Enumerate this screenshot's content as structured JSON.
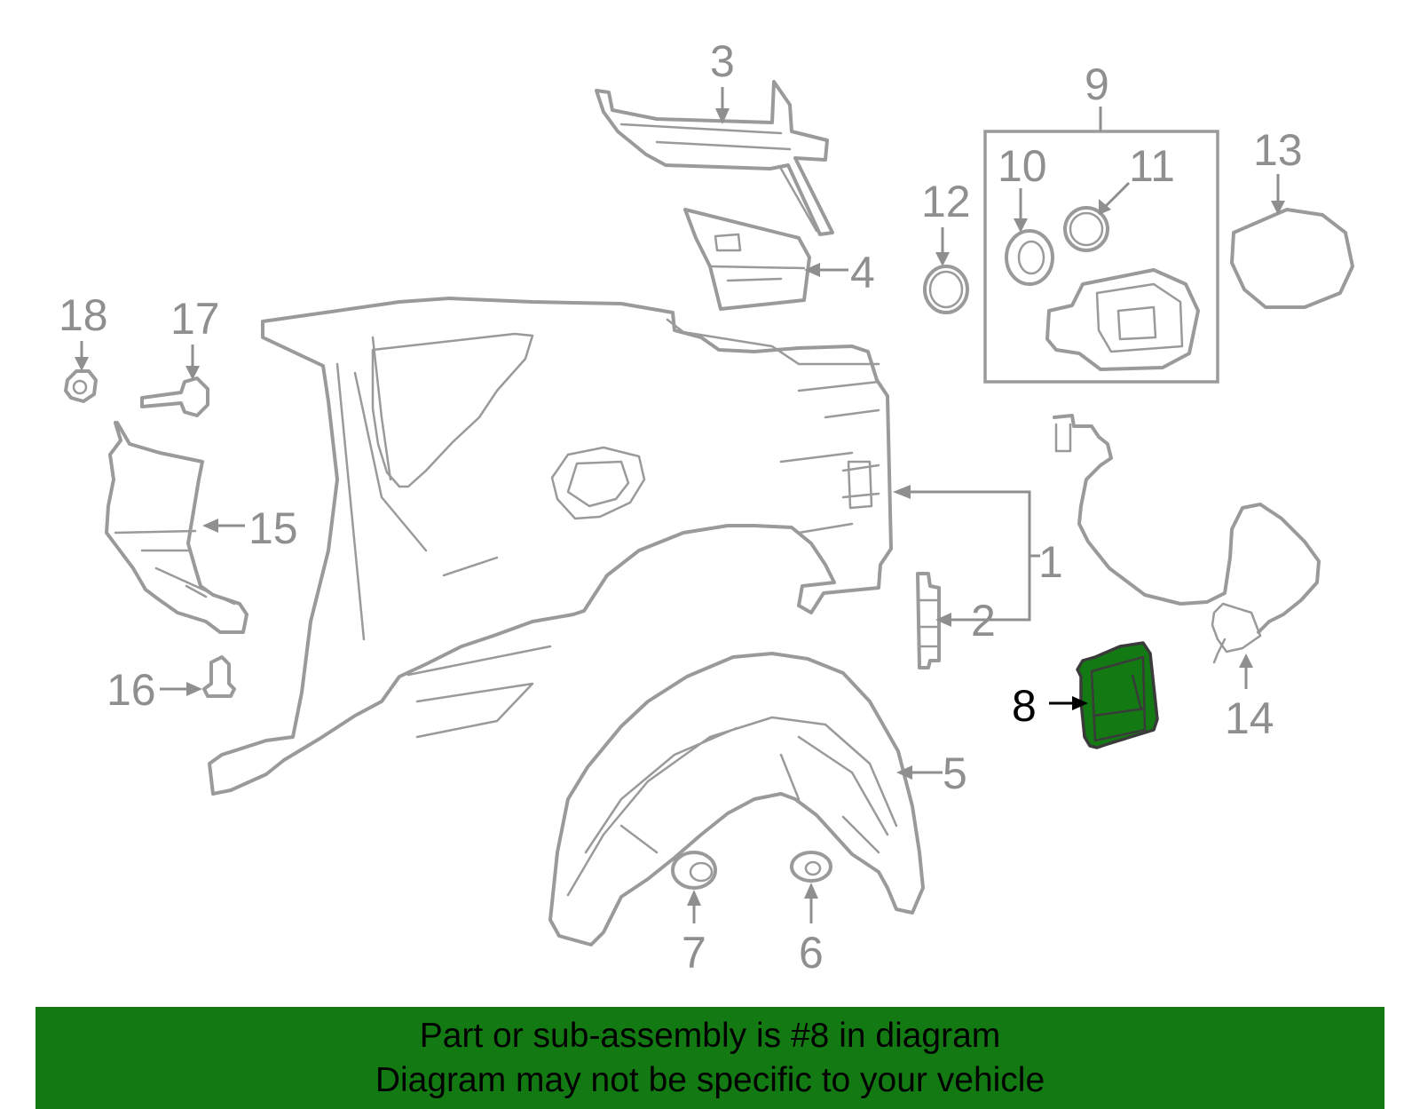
{
  "diagram": {
    "highlighted_part": "8",
    "accent_color": "#137a13",
    "part_color": "#9a9a9a",
    "callouts": [
      {
        "id": "c1",
        "label": "1"
      },
      {
        "id": "c2",
        "label": "2"
      },
      {
        "id": "c3",
        "label": "3"
      },
      {
        "id": "c4",
        "label": "4"
      },
      {
        "id": "c5",
        "label": "5"
      },
      {
        "id": "c6",
        "label": "6"
      },
      {
        "id": "c7",
        "label": "7"
      },
      {
        "id": "c8",
        "label": "8"
      },
      {
        "id": "c9",
        "label": "9"
      },
      {
        "id": "c10",
        "label": "10"
      },
      {
        "id": "c11",
        "label": "11"
      },
      {
        "id": "c12",
        "label": "12"
      },
      {
        "id": "c13",
        "label": "13"
      },
      {
        "id": "c14",
        "label": "14"
      },
      {
        "id": "c15",
        "label": "15"
      },
      {
        "id": "c16",
        "label": "16"
      },
      {
        "id": "c17",
        "label": "17"
      },
      {
        "id": "c18",
        "label": "18"
      }
    ]
  },
  "banner": {
    "line1": "Part or sub-assembly is #8 in diagram",
    "line2": "Diagram may not be specific to your vehicle"
  }
}
